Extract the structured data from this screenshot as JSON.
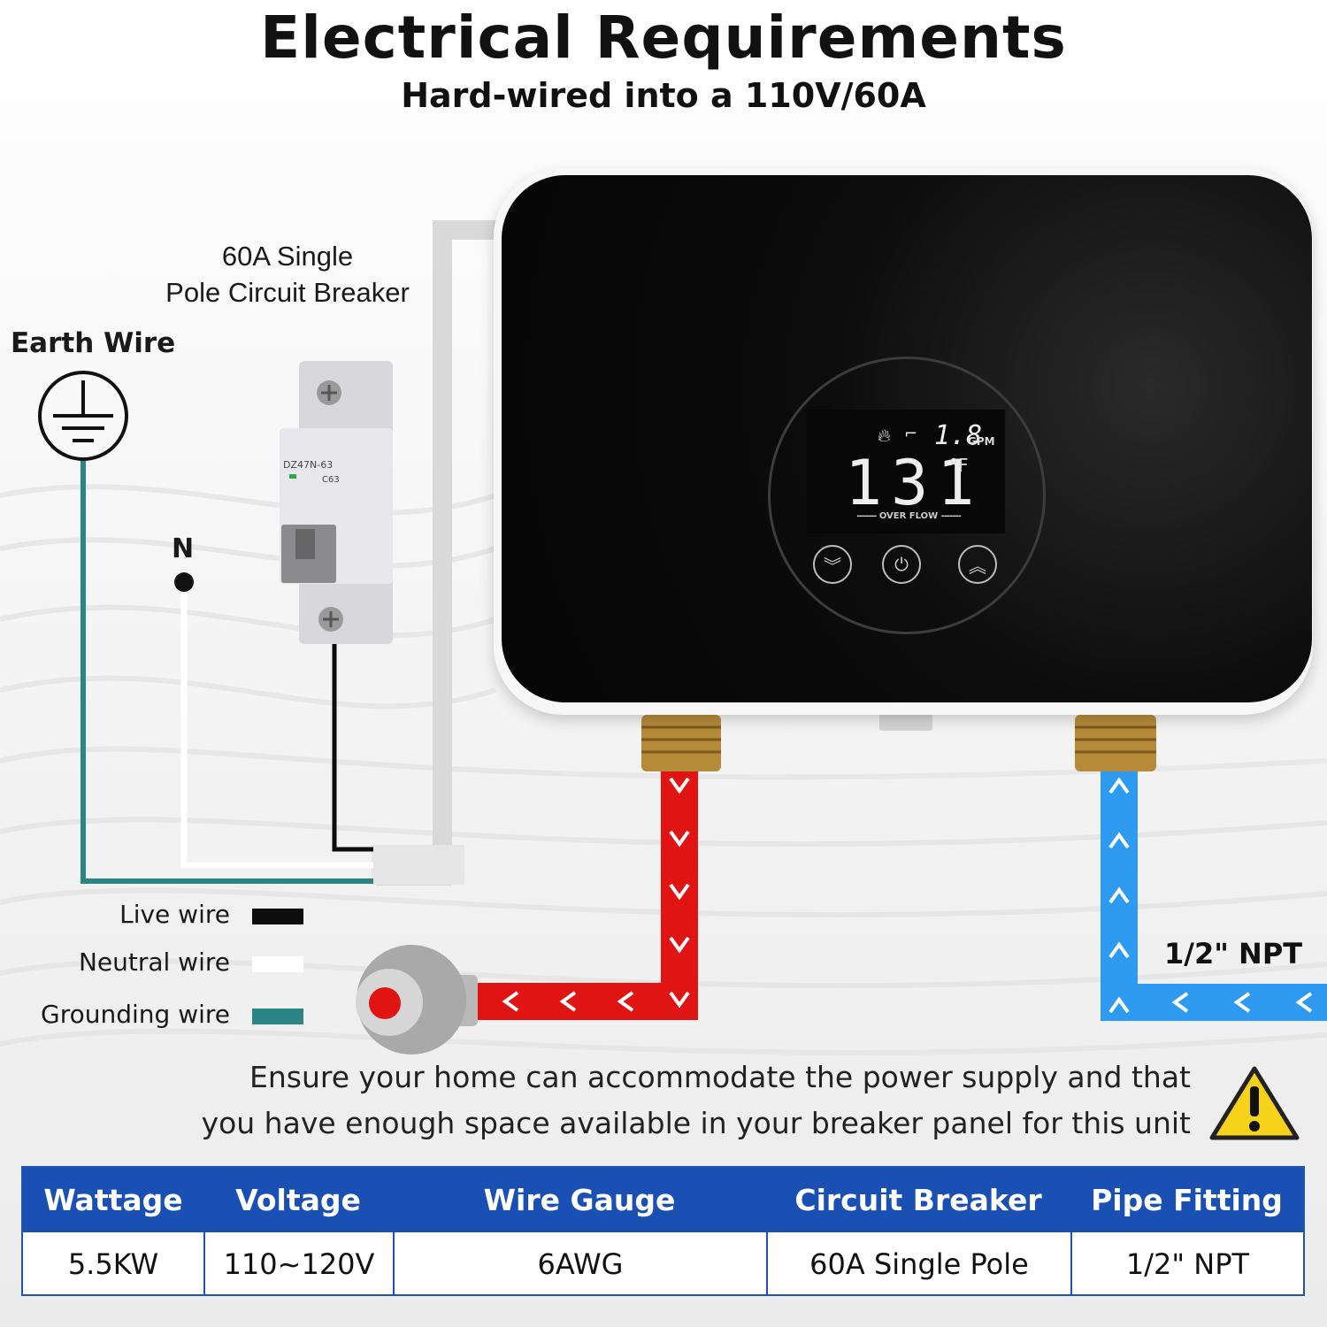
{
  "header": {
    "title": "Electrical Requirements",
    "subtitle": "Hard-wired into a 110V/60A"
  },
  "diagram": {
    "breaker_label_line1": "60A Single",
    "breaker_label_line2": "Pole Circuit Breaker",
    "earth_label": "Earth Wire",
    "neutral_terminal_label": "N",
    "breaker_model": "DZ47N-63",
    "breaker_rating": "C63",
    "pipe_label": "1/2\" NPT"
  },
  "legend": [
    {
      "label": "Live wire",
      "color": "#0d0d0d"
    },
    {
      "label": "Neutral wire",
      "color": "#ffffff"
    },
    {
      "label": "Grounding wire",
      "color": "#2b8585"
    }
  ],
  "display": {
    "gpm_value": "1.8",
    "gpm_unit": "GPM",
    "temperature": "131",
    "temp_unit": "°F",
    "overflow_text": "OVER FLOW"
  },
  "colors": {
    "hot_pipe": "#e11414",
    "cold_pipe": "#2e9bf0",
    "ground_wire": "#2b8585",
    "table_header": "#1a4fb3"
  },
  "note": {
    "line1": "Ensure your home can accommodate the power supply and that",
    "line2": "you have enough space available in your breaker panel for this unit"
  },
  "spec_table": {
    "headers": [
      "Wattage",
      "Voltage",
      "Wire Gauge",
      "Circuit Breaker",
      "Pipe Fitting"
    ],
    "values": [
      "5.5KW",
      "110~120V",
      "6AWG",
      "60A Single Pole",
      "1/2\" NPT"
    ]
  }
}
